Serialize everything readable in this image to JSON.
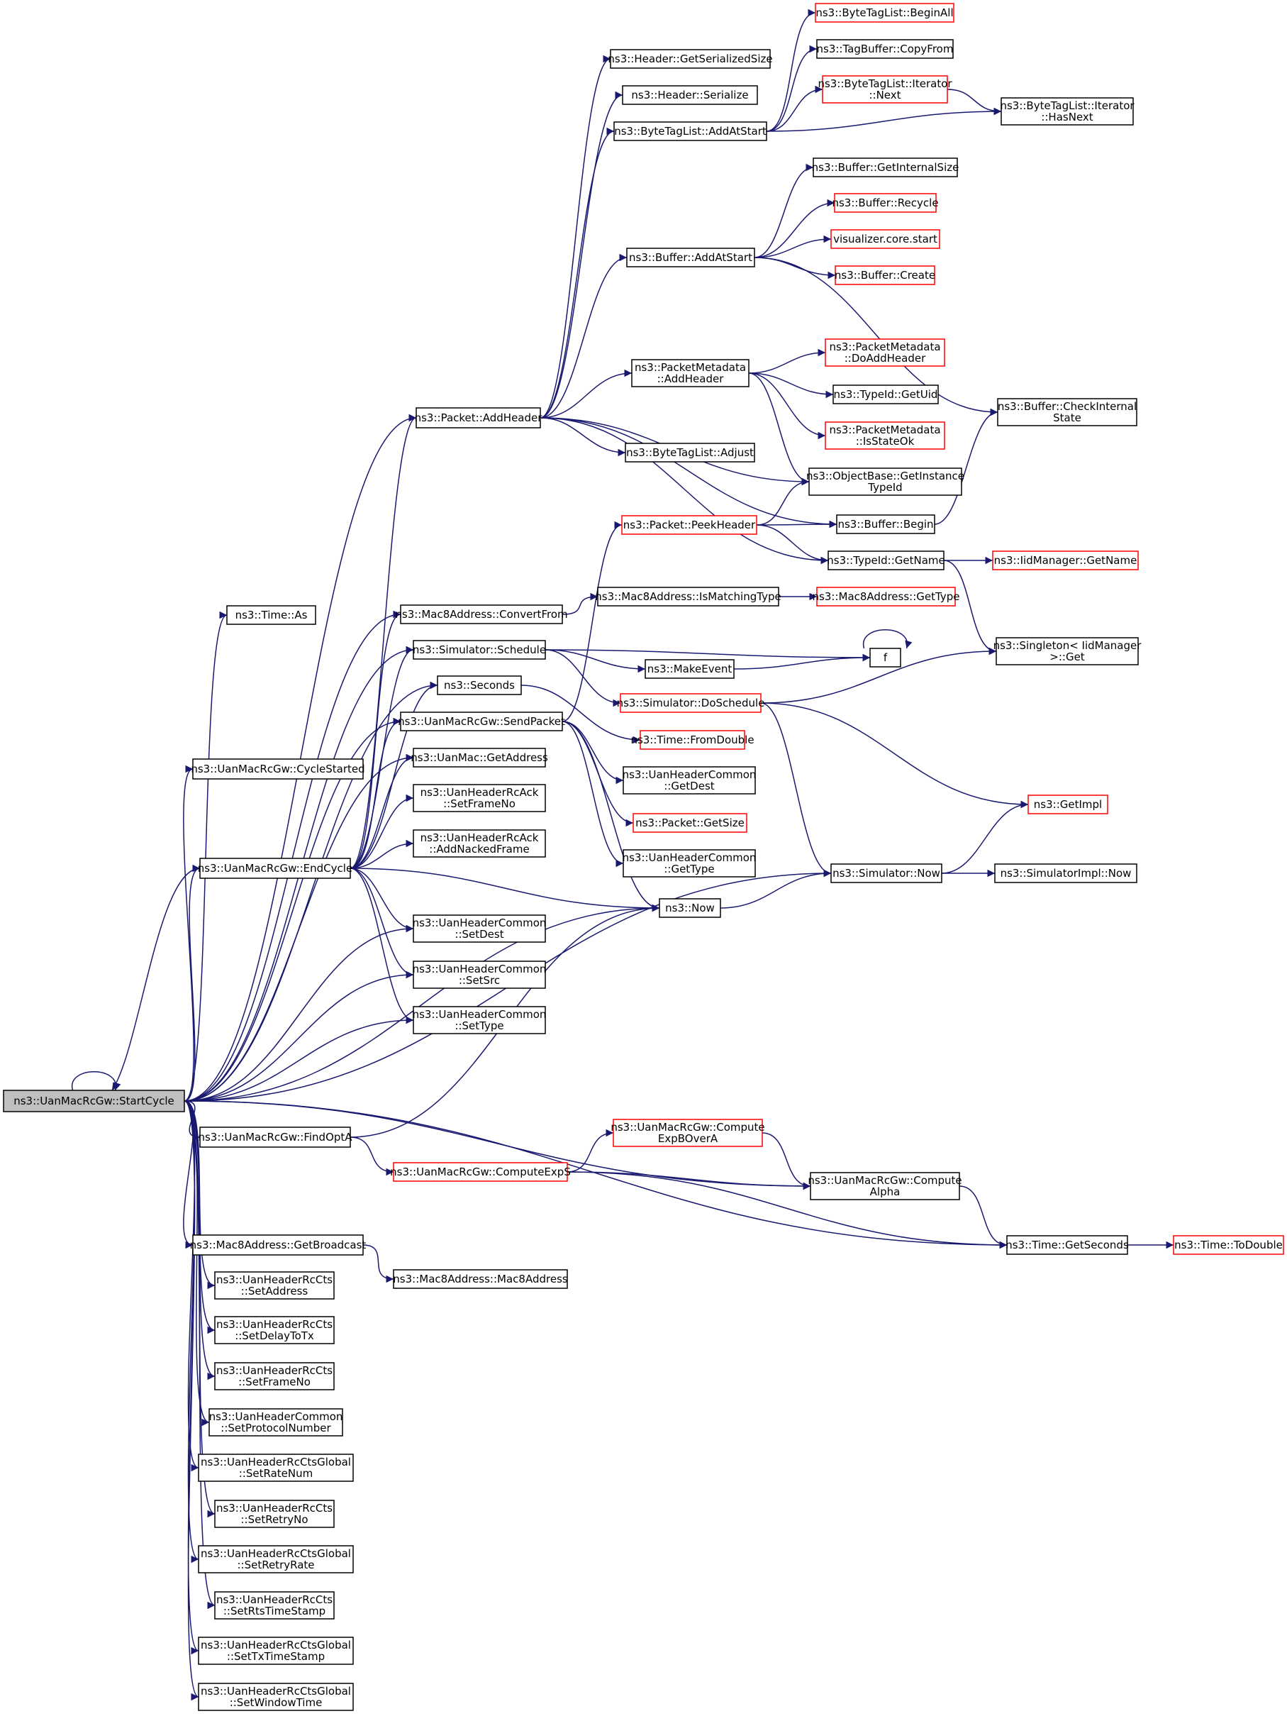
{
  "colors": {
    "edge": "#191970",
    "edge_red": "#ff0000",
    "node_border": "#000000",
    "node_border_red": "#ff0000",
    "root_fill": "#bfbfbf"
  },
  "nodes": [
    {
      "id": "startcycle",
      "lines": [
        "ns3::UanMacRcGw::StartCycle"
      ],
      "border": "black",
      "root": true
    },
    {
      "id": "time_as",
      "lines": [
        "ns3::Time::As"
      ],
      "border": "black"
    },
    {
      "id": "cyclestarted",
      "lines": [
        "ns3::UanMacRcGw::CycleStarted"
      ],
      "border": "black"
    },
    {
      "id": "endcycle",
      "lines": [
        "ns3::UanMacRcGw::EndCycle"
      ],
      "border": "black"
    },
    {
      "id": "findopta",
      "lines": [
        "ns3::UanMacRcGw::FindOptA"
      ],
      "border": "black"
    },
    {
      "id": "getbroadcast",
      "lines": [
        "ns3::Mac8Address::GetBroadcast"
      ],
      "border": "black"
    },
    {
      "id": "cts_setaddress",
      "lines": [
        "ns3::UanHeaderRcCts",
        "::SetAddress"
      ],
      "border": "black"
    },
    {
      "id": "cts_setdelaytotx",
      "lines": [
        "ns3::UanHeaderRcCts",
        "::SetDelayToTx"
      ],
      "border": "black"
    },
    {
      "id": "cts_setframeno",
      "lines": [
        "ns3::UanHeaderRcCts",
        "::SetFrameNo"
      ],
      "border": "black"
    },
    {
      "id": "common_setprotocolnumber",
      "lines": [
        "ns3::UanHeaderCommon",
        "::SetProtocolNumber"
      ],
      "border": "black"
    },
    {
      "id": "ctsglobal_setratenum",
      "lines": [
        "ns3::UanHeaderRcCtsGlobal",
        "::SetRateNum"
      ],
      "border": "black"
    },
    {
      "id": "cts_setretryno",
      "lines": [
        "ns3::UanHeaderRcCts",
        "::SetRetryNo"
      ],
      "border": "black"
    },
    {
      "id": "ctsglobal_setretryrate",
      "lines": [
        "ns3::UanHeaderRcCtsGlobal",
        "::SetRetryRate"
      ],
      "border": "black"
    },
    {
      "id": "cts_setrtstimestamp",
      "lines": [
        "ns3::UanHeaderRcCts",
        "::SetRtsTimeStamp"
      ],
      "border": "black"
    },
    {
      "id": "ctsglobal_settxtimestamp",
      "lines": [
        "ns3::UanHeaderRcCtsGlobal",
        "::SetTxTimeStamp"
      ],
      "border": "black"
    },
    {
      "id": "ctsglobal_setwindowtime",
      "lines": [
        "ns3::UanHeaderRcCtsGlobal",
        "::SetWindowTime"
      ],
      "border": "black"
    },
    {
      "id": "packet_addheader",
      "lines": [
        "ns3::Packet::AddHeader"
      ],
      "border": "black"
    },
    {
      "id": "convertfrom",
      "lines": [
        "ns3::Mac8Address::ConvertFrom"
      ],
      "border": "black"
    },
    {
      "id": "sim_schedule",
      "lines": [
        "ns3::Simulator::Schedule"
      ],
      "border": "black"
    },
    {
      "id": "seconds",
      "lines": [
        "ns3::Seconds"
      ],
      "border": "black"
    },
    {
      "id": "sendpacket",
      "lines": [
        "ns3::UanMacRcGw::SendPacket"
      ],
      "border": "black"
    },
    {
      "id": "uanmac_getaddress",
      "lines": [
        "ns3::UanMac::GetAddress"
      ],
      "border": "black"
    },
    {
      "id": "ack_setframeno",
      "lines": [
        "ns3::UanHeaderRcAck",
        "::SetFrameNo"
      ],
      "border": "black"
    },
    {
      "id": "ack_addnackedframe",
      "lines": [
        "ns3::UanHeaderRcAck",
        "::AddNackedFrame"
      ],
      "border": "black"
    },
    {
      "id": "common_setdest",
      "lines": [
        "ns3::UanHeaderCommon",
        "::SetDest"
      ],
      "border": "black"
    },
    {
      "id": "common_setsrc",
      "lines": [
        "ns3::UanHeaderCommon",
        "::SetSrc"
      ],
      "border": "black"
    },
    {
      "id": "common_settype",
      "lines": [
        "ns3::UanHeaderCommon",
        "::SetType"
      ],
      "border": "black"
    },
    {
      "id": "computeexps",
      "lines": [
        "ns3::UanMacRcGw::ComputeExpS"
      ],
      "border": "red"
    },
    {
      "id": "mac8address",
      "lines": [
        "ns3::Mac8Address::Mac8Address"
      ],
      "border": "black"
    },
    {
      "id": "header_getserializedsize",
      "lines": [
        "ns3::Header::GetSerializedSize"
      ],
      "border": "black"
    },
    {
      "id": "header_serialize",
      "lines": [
        "ns3::Header::Serialize"
      ],
      "border": "black"
    },
    {
      "id": "btl_addatstart",
      "lines": [
        "ns3::ByteTagList::AddAtStart"
      ],
      "border": "black"
    },
    {
      "id": "buffer_addatstart",
      "lines": [
        "ns3::Buffer::AddAtStart"
      ],
      "border": "black"
    },
    {
      "id": "pm_addheader",
      "lines": [
        "ns3::PacketMetadata",
        "::AddHeader"
      ],
      "border": "black"
    },
    {
      "id": "btl_adjust",
      "lines": [
        "ns3::ByteTagList::Adjust"
      ],
      "border": "black"
    },
    {
      "id": "peekheader",
      "lines": [
        "ns3::Packet::PeekHeader"
      ],
      "border": "red"
    },
    {
      "id": "ismatchingtype",
      "lines": [
        "ns3::Mac8Address::IsMatchingType"
      ],
      "border": "black"
    },
    {
      "id": "makeevent",
      "lines": [
        "ns3::MakeEvent"
      ],
      "border": "black"
    },
    {
      "id": "doschedule",
      "lines": [
        "ns3::Simulator::DoSchedule"
      ],
      "border": "red"
    },
    {
      "id": "fromdouble",
      "lines": [
        "ns3::Time::FromDouble"
      ],
      "border": "red"
    },
    {
      "id": "common_getdest",
      "lines": [
        "ns3::UanHeaderCommon",
        "::GetDest"
      ],
      "border": "black"
    },
    {
      "id": "packet_getsize",
      "lines": [
        "ns3::Packet::GetSize"
      ],
      "border": "red"
    },
    {
      "id": "common_gettype",
      "lines": [
        "ns3::UanHeaderCommon",
        "::GetType"
      ],
      "border": "black"
    },
    {
      "id": "ns3_now",
      "lines": [
        "ns3::Now"
      ],
      "border": "black"
    },
    {
      "id": "computeexpbovera",
      "lines": [
        "ns3::UanMacRcGw::Compute",
        "ExpBOverA"
      ],
      "border": "red"
    },
    {
      "id": "btl_beginall",
      "lines": [
        "ns3::ByteTagList::BeginAll"
      ],
      "border": "red"
    },
    {
      "id": "tagbuffer_copyfrom",
      "lines": [
        "ns3::TagBuffer::CopyFrom"
      ],
      "border": "black"
    },
    {
      "id": "btl_iter_next",
      "lines": [
        "ns3::ByteTagList::Iterator",
        "::Next"
      ],
      "border": "red"
    },
    {
      "id": "buffer_getinternalsize",
      "lines": [
        "ns3::Buffer::GetInternalSize"
      ],
      "border": "black"
    },
    {
      "id": "buffer_recycle",
      "lines": [
        "ns3::Buffer::Recycle"
      ],
      "border": "red"
    },
    {
      "id": "vis_core_start",
      "lines": [
        "visualizer.core.start"
      ],
      "border": "red"
    },
    {
      "id": "buffer_create",
      "lines": [
        "ns3::Buffer::Create"
      ],
      "border": "red"
    },
    {
      "id": "pm_doaddheader",
      "lines": [
        "ns3::PacketMetadata",
        "::DoAddHeader"
      ],
      "border": "red"
    },
    {
      "id": "typeid_getuid",
      "lines": [
        "ns3::TypeId::GetUid"
      ],
      "border": "black"
    },
    {
      "id": "pm_isstateok",
      "lines": [
        "ns3::PacketMetadata",
        "::IsStateOk"
      ],
      "border": "red"
    },
    {
      "id": "getinstancetypeid",
      "lines": [
        "ns3::ObjectBase::GetInstance",
        "TypeId"
      ],
      "border": "black"
    },
    {
      "id": "buffer_begin",
      "lines": [
        "ns3::Buffer::Begin"
      ],
      "border": "black"
    },
    {
      "id": "typeid_getname",
      "lines": [
        "ns3::TypeId::GetName"
      ],
      "border": "black"
    },
    {
      "id": "mac8_gettype",
      "lines": [
        "ns3::Mac8Address::GetType"
      ],
      "border": "red"
    },
    {
      "id": "f",
      "lines": [
        "f"
      ],
      "border": "black"
    },
    {
      "id": "getimpl",
      "lines": [
        "ns3::GetImpl"
      ],
      "border": "red"
    },
    {
      "id": "sim_now",
      "lines": [
        "ns3::Simulator::Now"
      ],
      "border": "black"
    },
    {
      "id": "computealpha",
      "lines": [
        "ns3::UanMacRcGw::Compute",
        "Alpha"
      ],
      "border": "black"
    },
    {
      "id": "time_getseconds",
      "lines": [
        "ns3::Time::GetSeconds"
      ],
      "border": "black"
    },
    {
      "id": "btl_iter_hasnext",
      "lines": [
        "ns3::ByteTagList::Iterator",
        "::HasNext"
      ],
      "border": "black"
    },
    {
      "id": "buffer_checkinternalstate",
      "lines": [
        "ns3::Buffer::CheckInternal",
        "State"
      ],
      "border": "black"
    },
    {
      "id": "iidmanager_getname",
      "lines": [
        "ns3::IidManager::GetName"
      ],
      "border": "red"
    },
    {
      "id": "singleton_get",
      "lines": [
        "ns3::Singleton< IidManager",
        "  >::Get"
      ],
      "border": "black"
    },
    {
      "id": "simimpl_now",
      "lines": [
        "ns3::SimulatorImpl::Now"
      ],
      "border": "black"
    },
    {
      "id": "time_todouble",
      "lines": [
        "ns3::Time::ToDouble"
      ],
      "border": "red"
    }
  ],
  "edges": [
    [
      "startcycle",
      "startcycle"
    ],
    [
      "startcycle",
      "time_as"
    ],
    [
      "startcycle",
      "cyclestarted"
    ],
    [
      "startcycle",
      "endcycle"
    ],
    [
      "startcycle",
      "findopta"
    ],
    [
      "startcycle",
      "getbroadcast"
    ],
    [
      "startcycle",
      "cts_setaddress"
    ],
    [
      "startcycle",
      "cts_setdelaytotx"
    ],
    [
      "startcycle",
      "cts_setframeno"
    ],
    [
      "startcycle",
      "common_setprotocolnumber"
    ],
    [
      "startcycle",
      "ctsglobal_setratenum"
    ],
    [
      "startcycle",
      "cts_setretryno"
    ],
    [
      "startcycle",
      "ctsglobal_setretryrate"
    ],
    [
      "startcycle",
      "cts_setrtstimestamp"
    ],
    [
      "startcycle",
      "ctsglobal_settxtimestamp"
    ],
    [
      "startcycle",
      "ctsglobal_setwindowtime"
    ],
    [
      "startcycle",
      "packet_addheader"
    ],
    [
      "startcycle",
      "convertfrom"
    ],
    [
      "startcycle",
      "sim_schedule"
    ],
    [
      "startcycle",
      "seconds"
    ],
    [
      "startcycle",
      "sendpacket"
    ],
    [
      "startcycle",
      "uanmac_getaddress"
    ],
    [
      "startcycle",
      "common_setdest"
    ],
    [
      "startcycle",
      "common_setsrc"
    ],
    [
      "startcycle",
      "common_settype"
    ],
    [
      "startcycle",
      "ns3_now"
    ],
    [
      "startcycle",
      "sim_now"
    ],
    [
      "startcycle",
      "computealpha"
    ],
    [
      "startcycle",
      "time_getseconds"
    ],
    [
      "endcycle",
      "startcycle"
    ],
    [
      "endcycle",
      "packet_addheader"
    ],
    [
      "endcycle",
      "convertfrom"
    ],
    [
      "endcycle",
      "sim_schedule"
    ],
    [
      "endcycle",
      "seconds"
    ],
    [
      "endcycle",
      "sendpacket"
    ],
    [
      "endcycle",
      "uanmac_getaddress"
    ],
    [
      "endcycle",
      "ack_setframeno"
    ],
    [
      "endcycle",
      "ack_addnackedframe"
    ],
    [
      "endcycle",
      "common_setdest"
    ],
    [
      "endcycle",
      "common_setsrc"
    ],
    [
      "endcycle",
      "common_settype"
    ],
    [
      "endcycle",
      "ns3_now"
    ],
    [
      "findopta",
      "computeexps"
    ],
    [
      "findopta",
      "ns3_now"
    ],
    [
      "getbroadcast",
      "mac8address"
    ],
    [
      "computeexps",
      "computeexpbovera"
    ],
    [
      "computeexps",
      "computealpha"
    ],
    [
      "computeexps",
      "time_getseconds"
    ],
    [
      "computeexpbovera",
      "computealpha"
    ],
    [
      "computealpha",
      "time_getseconds"
    ],
    [
      "time_getseconds",
      "time_todouble"
    ],
    [
      "packet_addheader",
      "header_getserializedsize"
    ],
    [
      "packet_addheader",
      "header_serialize"
    ],
    [
      "packet_addheader",
      "btl_addatstart"
    ],
    [
      "packet_addheader",
      "buffer_addatstart"
    ],
    [
      "packet_addheader",
      "pm_addheader"
    ],
    [
      "packet_addheader",
      "btl_adjust"
    ],
    [
      "packet_addheader",
      "getinstancetypeid"
    ],
    [
      "packet_addheader",
      "buffer_begin"
    ],
    [
      "packet_addheader",
      "typeid_getname"
    ],
    [
      "btl_addatstart",
      "btl_beginall"
    ],
    [
      "btl_addatstart",
      "tagbuffer_copyfrom"
    ],
    [
      "btl_addatstart",
      "btl_iter_next"
    ],
    [
      "btl_addatstart",
      "btl_iter_hasnext"
    ],
    [
      "btl_iter_next",
      "btl_iter_hasnext"
    ],
    [
      "buffer_addatstart",
      "buffer_getinternalsize"
    ],
    [
      "buffer_addatstart",
      "buffer_recycle"
    ],
    [
      "buffer_addatstart",
      "vis_core_start"
    ],
    [
      "buffer_addatstart",
      "buffer_create"
    ],
    [
      "buffer_addatstart",
      "buffer_checkinternalstate"
    ],
    [
      "pm_addheader",
      "pm_doaddheader"
    ],
    [
      "pm_addheader",
      "typeid_getuid"
    ],
    [
      "pm_addheader",
      "pm_isstateok"
    ],
    [
      "pm_addheader",
      "getinstancetypeid"
    ],
    [
      "buffer_begin",
      "buffer_checkinternalstate"
    ],
    [
      "typeid_getname",
      "iidmanager_getname"
    ],
    [
      "typeid_getname",
      "singleton_get"
    ],
    [
      "convertfrom",
      "ismatchingtype"
    ],
    [
      "ismatchingtype",
      "mac8_gettype"
    ],
    [
      "sim_schedule",
      "makeevent"
    ],
    [
      "sim_schedule",
      "f"
    ],
    [
      "sim_schedule",
      "doschedule"
    ],
    [
      "makeevent",
      "f"
    ],
    [
      "f",
      "f"
    ],
    [
      "doschedule",
      "singleton_get"
    ],
    [
      "doschedule",
      "getimpl"
    ],
    [
      "doschedule",
      "sim_now"
    ],
    [
      "seconds",
      "fromdouble"
    ],
    [
      "sendpacket",
      "peekheader"
    ],
    [
      "sendpacket",
      "common_getdest"
    ],
    [
      "sendpacket",
      "packet_getsize"
    ],
    [
      "sendpacket",
      "common_gettype"
    ],
    [
      "sendpacket",
      "ns3_now"
    ],
    [
      "peekheader",
      "getinstancetypeid"
    ],
    [
      "peekheader",
      "buffer_begin"
    ],
    [
      "peekheader",
      "typeid_getname"
    ],
    [
      "ns3_now",
      "sim_now"
    ],
    [
      "sim_now",
      "getimpl"
    ],
    [
      "sim_now",
      "simimpl_now"
    ]
  ]
}
